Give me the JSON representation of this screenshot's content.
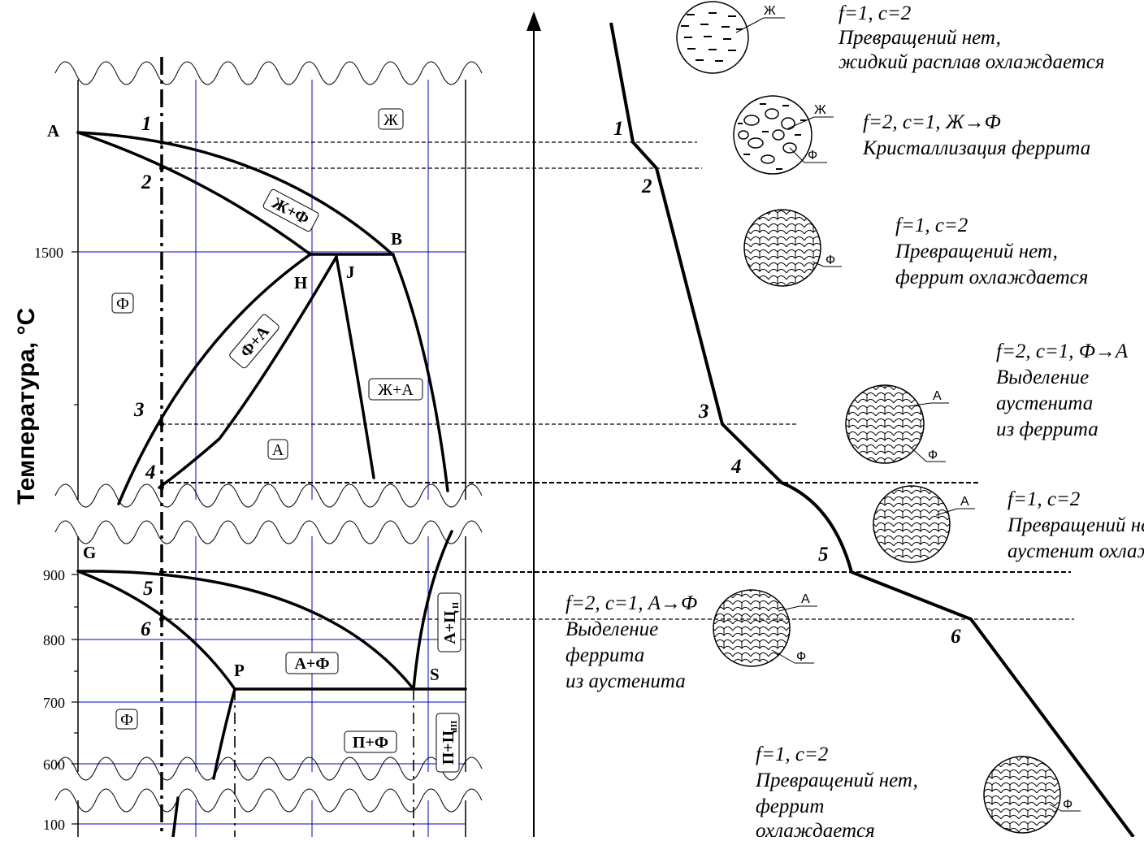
{
  "diagram": {
    "axis_title": "Температура, °C",
    "temperature_ticks": [
      "1500",
      "900",
      "800",
      "700",
      "600",
      "100"
    ],
    "point_labels": {
      "A": "A",
      "B": "B",
      "H": "H",
      "J": "J",
      "G": "G",
      "P": "P",
      "S": "S"
    },
    "phase_regions": {
      "liquid": "Ж",
      "liquid_ferrite": "Ж+Ф",
      "ferrite_top": "Ф",
      "ferrite_austenite": "Ф+А",
      "liquid_austenite": "Ж+А",
      "austenite": "А",
      "austenite_ferrite": "А+Ф",
      "ferrite_bottom": "Ф",
      "pearlite_ferrite": "П+Ф",
      "austenite_cementite": "А+Ц",
      "austenite_cementite_sub": "II",
      "pearlite_cementite": "П+Ц",
      "pearlite_cementite_sub": "III"
    },
    "alloy_points": [
      "1",
      "2",
      "3",
      "4",
      "5",
      "6"
    ]
  },
  "cooling_curve": {
    "stage_numbers": [
      "1",
      "2",
      "3",
      "4",
      "5",
      "6"
    ],
    "stages": [
      {
        "lines": [
          "f=1, c=2",
          "Превращений нет,",
          "жидкий расплав охлаждается"
        ],
        "labels": [
          "Ж"
        ]
      },
      {
        "lines": [
          "f=2, c=1, Ж→Ф",
          "Кристаллизация феррита"
        ],
        "labels": [
          "Ж",
          "Ф"
        ]
      },
      {
        "lines": [
          "f=1, c=2",
          "Превращений нет,",
          "феррит охлаждается"
        ],
        "labels": [
          "Ф"
        ]
      },
      {
        "lines": [
          "f=2, c=1, Ф→А",
          "Выделение",
          "аустенита",
          "из феррита"
        ],
        "labels": [
          "А",
          "Ф"
        ]
      },
      {
        "lines": [
          "f=1, c=2",
          "Превращений нет,",
          "аустенит охлаждается"
        ],
        "labels": [
          "А"
        ]
      },
      {
        "lines": [
          "f=2, c=1, А→Ф",
          "Выделение",
          "феррита",
          "из аустенита"
        ],
        "labels": [
          "А",
          "Ф"
        ]
      },
      {
        "lines": [
          "f=1, c=2",
          "Превращений нет,",
          "феррит",
          "охлаждается"
        ],
        "labels": [
          "Ф"
        ]
      }
    ]
  },
  "colors": {
    "grid": "#0000cc",
    "ink": "#000000"
  }
}
